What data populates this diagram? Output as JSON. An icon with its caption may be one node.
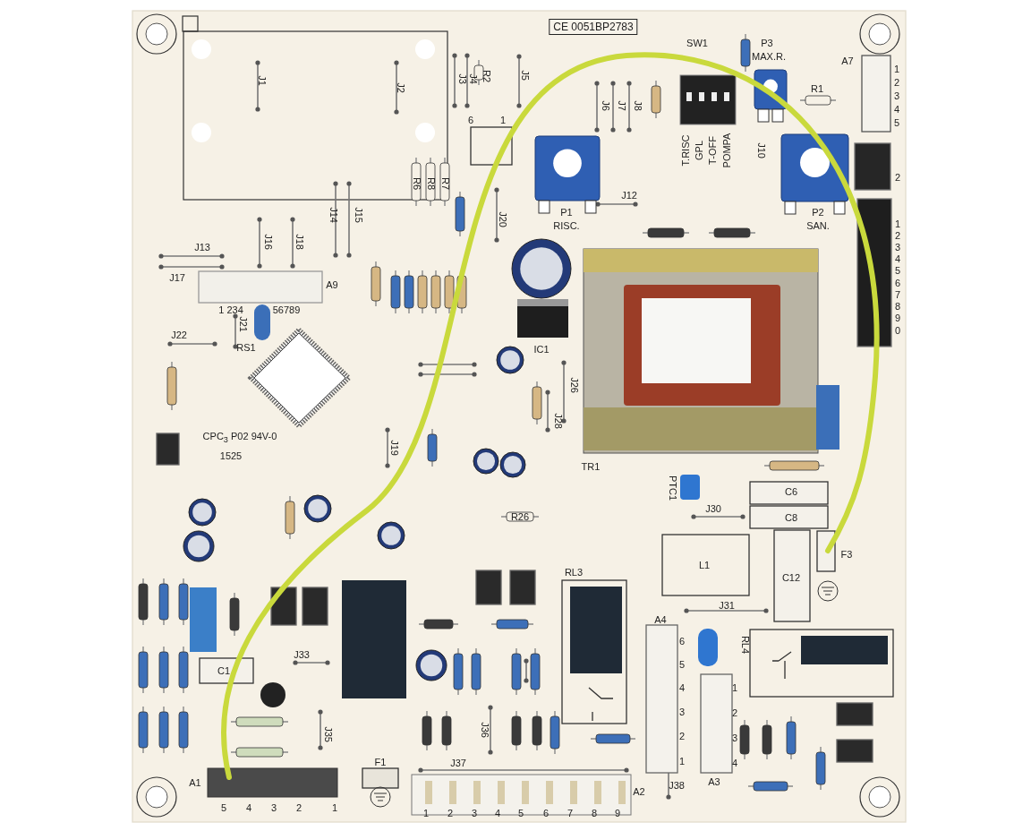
{
  "diagram": {
    "labels": [
      "CE 0051BP2783",
      "J1",
      "J2",
      "J3",
      "J4",
      "R2",
      "J5",
      "SW1",
      "P3",
      "MAX.R.",
      "A7",
      "1",
      "2",
      "3",
      "4",
      "5",
      "J6",
      "J7",
      "J8",
      "R1",
      "6",
      "1",
      "T.RISC",
      "GPL",
      "T-OFF",
      "POMPA",
      "J10",
      "2",
      "R6",
      "R8",
      "R7",
      "P1",
      "RISC.",
      "J12",
      "P2",
      "SAN.",
      "J14",
      "J15",
      "J20",
      "1",
      "2",
      "3",
      "4",
      "5",
      "6",
      "7",
      "8",
      "9",
      "0",
      "J13",
      "J16",
      "J18",
      "J17",
      "A9",
      "1 234",
      "56789",
      "J21",
      "J22",
      "RS1",
      "IC1",
      "J26",
      "J28",
      "J19",
      "CPC$_{3}$ P02 94V-0",
      "1525",
      "TR1",
      "PTC1",
      "C6",
      "C8",
      "J30",
      "R26",
      "L1",
      "F3",
      "C12",
      "RL3",
      "J31",
      "A4",
      "6",
      "5",
      "4",
      "3",
      "2",
      "1",
      "RL4",
      "C1",
      "J33",
      "1",
      "2",
      "3",
      "4",
      "J35",
      "J36",
      "F1",
      "J37",
      "A1",
      "J38",
      "A3",
      "A2",
      "5",
      "4",
      "3",
      "2",
      "1",
      "1",
      "2",
      "3",
      "4",
      "5",
      "6",
      "7",
      "8",
      "9"
    ]
  }
}
